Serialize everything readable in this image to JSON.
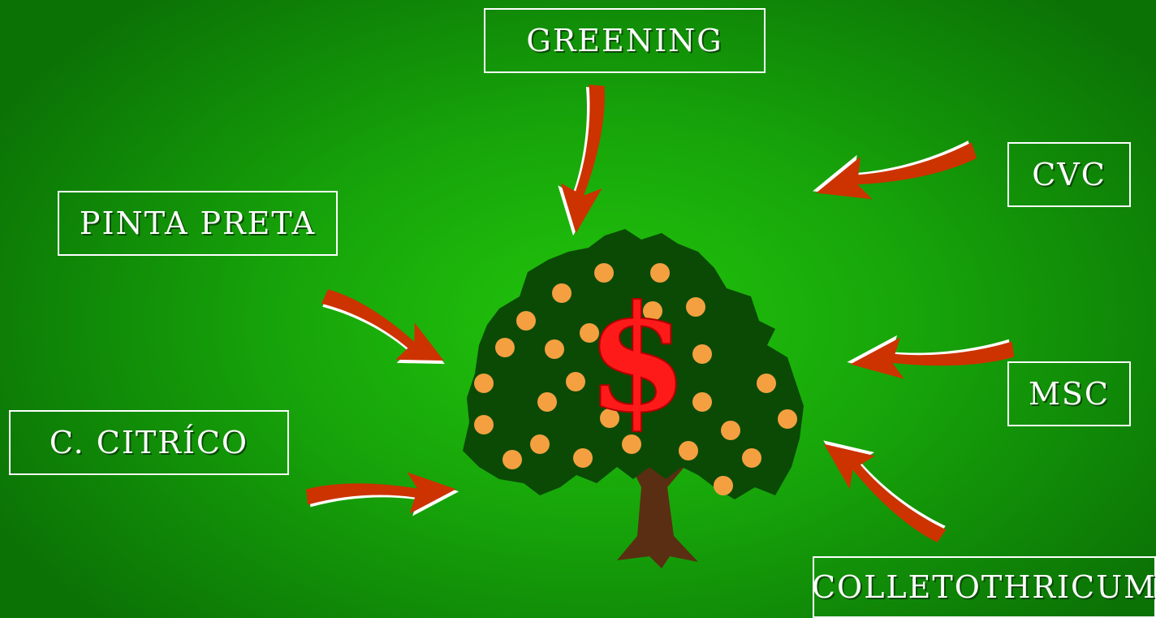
{
  "labels": {
    "greening": "GREENING",
    "cvc": "CVC",
    "pinta_preta": "PINTA PRETA",
    "msc": "MSC",
    "c_citrico": "C. CITRÍCO",
    "colletothricum": "COLLETOTHRICUM"
  },
  "center_symbol": "$",
  "icons": {
    "tree": "orange-tree-icon",
    "arrow": "curved-arrow-icon"
  },
  "colors": {
    "background": "#1aae0b",
    "arrow": "#cc3300",
    "arrow_shadow": "#ffffff",
    "tree_foliage": "#0a4a05",
    "tree_trunk": "#5a2e12",
    "fruit": "#f5a040",
    "symbol": "#ff1a1a",
    "label_text": "#ffffff"
  }
}
